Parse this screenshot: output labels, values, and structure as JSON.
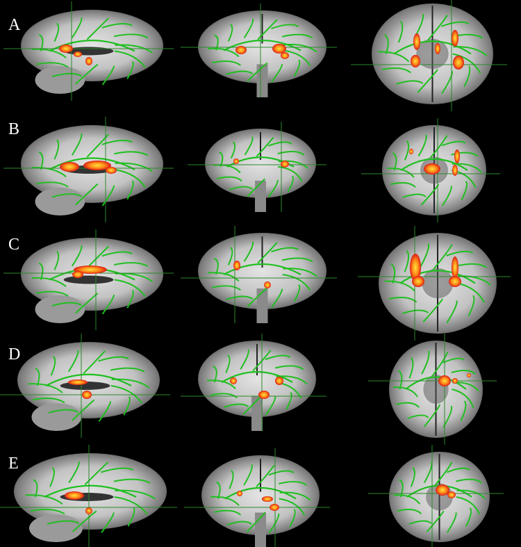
{
  "figure": {
    "row_labels": [
      "A",
      "B",
      "C",
      "D",
      "E"
    ],
    "views": [
      "sagittal",
      "coronal",
      "axial"
    ],
    "colors": {
      "background": "#000000",
      "skeleton": "#1fbf1f",
      "crosshair": "#2a8a2a",
      "cluster_core": "#ffd21f",
      "cluster_edge": "#e0231a"
    }
  }
}
